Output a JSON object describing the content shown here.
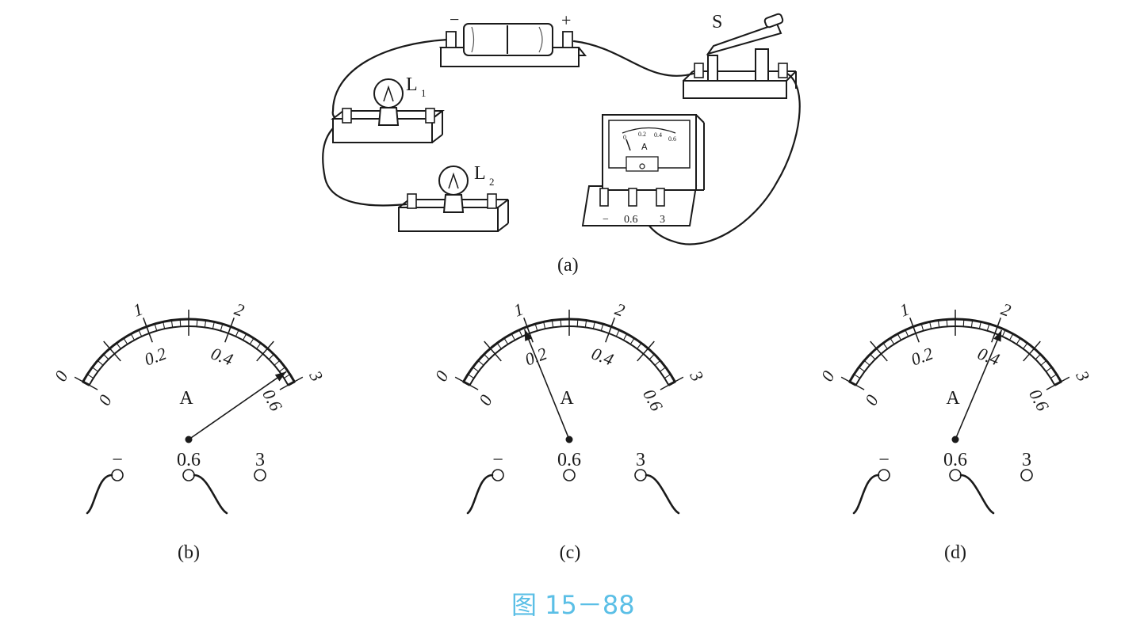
{
  "circuit": {
    "battery_minus": "−",
    "battery_plus": "+",
    "switch_label": "S",
    "lamp1_label": "L",
    "lamp1_sub": "1",
    "lamp2_label": "L",
    "lamp2_sub": "2",
    "meter_unit": "A",
    "meter_scale": [
      "0",
      "0.2",
      "0.4",
      "0.6"
    ],
    "meter_terminals": [
      "−",
      "0.6",
      "3"
    ],
    "caption": "(a)"
  },
  "meter_template": {
    "outer_labels": [
      "0",
      "1",
      "2",
      "3"
    ],
    "inner_labels": [
      "0",
      "0.2",
      "0.4",
      "0.6"
    ],
    "unit": "A",
    "terminals": [
      "−",
      "0.6",
      "3"
    ]
  },
  "dials": [
    {
      "id": "b",
      "caption": "(b)",
      "needle_current_on_3A_scale": 2.85,
      "wires_to_terminals": [
        "−",
        "0.6"
      ]
    },
    {
      "id": "c",
      "caption": "(c)",
      "needle_current_on_3A_scale": 0.96,
      "wires_to_terminals": [
        "−",
        "3"
      ]
    },
    {
      "id": "d",
      "caption": "(d)",
      "needle_current_on_3A_scale": 2.06,
      "wires_to_terminals": [
        "−",
        "0.6"
      ]
    }
  ],
  "figure_caption": "图 15－88",
  "colors": {
    "ink": "#1a1a1a",
    "caption": "#5bbfe6"
  }
}
